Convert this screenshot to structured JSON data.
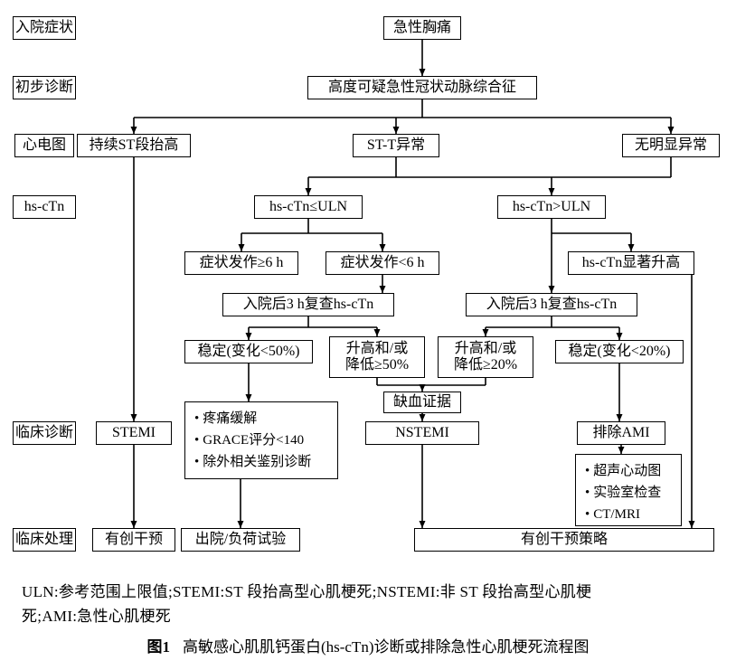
{
  "figure": {
    "row_labels": {
      "admission": "入院症状",
      "initial_dx": "初步诊断",
      "ecg": "心电图",
      "hs_ctn": "hs-cTn",
      "clinical_dx": "临床诊断",
      "clinical_mgmt": "临床处理"
    },
    "nodes": {
      "chest_pain": "急性胸痛",
      "suspected_acs": "高度可疑急性冠状动脉综合征",
      "persistent_st_elevation": "持续ST段抬高",
      "st_t_abnormal": "ST-T异常",
      "no_obvious_abnormal": "无明显异常",
      "hs_ctn_le_uln": "hs-cTn≤ULN",
      "hs_ctn_gt_uln": "hs-cTn>ULN",
      "onset_ge_6h": "症状发作≥6 h",
      "onset_lt_6h": "症状发作<6 h",
      "hs_ctn_marked_rise": "hs-cTn显著升高",
      "retest_3h_left": "入院后3 h复查hs-cTn",
      "retest_3h_right": "入院后3 h复查hs-cTn",
      "stable_lt_50": "稳定(变化<50%)",
      "rise_fall_ge_50_line1": "升高和/或",
      "rise_fall_ge_50_line2": "降低≥50%",
      "rise_fall_ge_20_line1": "升高和/或",
      "rise_fall_ge_20_line2": "降低≥20%",
      "ischemia_evidence": "缺血证据",
      "stemi": "STEMI",
      "nstemi": "NSTEMI",
      "exclude_ami": "排除AMI",
      "stable_lt_20": "稳定(变化<20%)",
      "invasive_intervention": "有创干预",
      "discharge_stress_test": "出院/负荷试验",
      "invasive_strategy": "有创干预策略"
    },
    "criteria_left": [
      "疼痛缓解",
      "GRACE评分<140",
      "除外相关鉴别诊断"
    ],
    "criteria_right": [
      "超声心动图",
      "实验室检查",
      "CT/MRI"
    ],
    "note_lines": [
      "ULN:参考范围上限值;STEMI:ST 段抬高型心肌梗死;NSTEMI:非 ST 段抬高型心肌梗",
      "死;AMI:急性心肌梗死"
    ],
    "caption": {
      "label": "图1",
      "text": "高敏感心肌肌钙蛋白(hs-cTn)诊断或排除急性心肌梗死流程图"
    },
    "colors": {
      "ink": "#000000",
      "background": "#ffffff"
    }
  }
}
